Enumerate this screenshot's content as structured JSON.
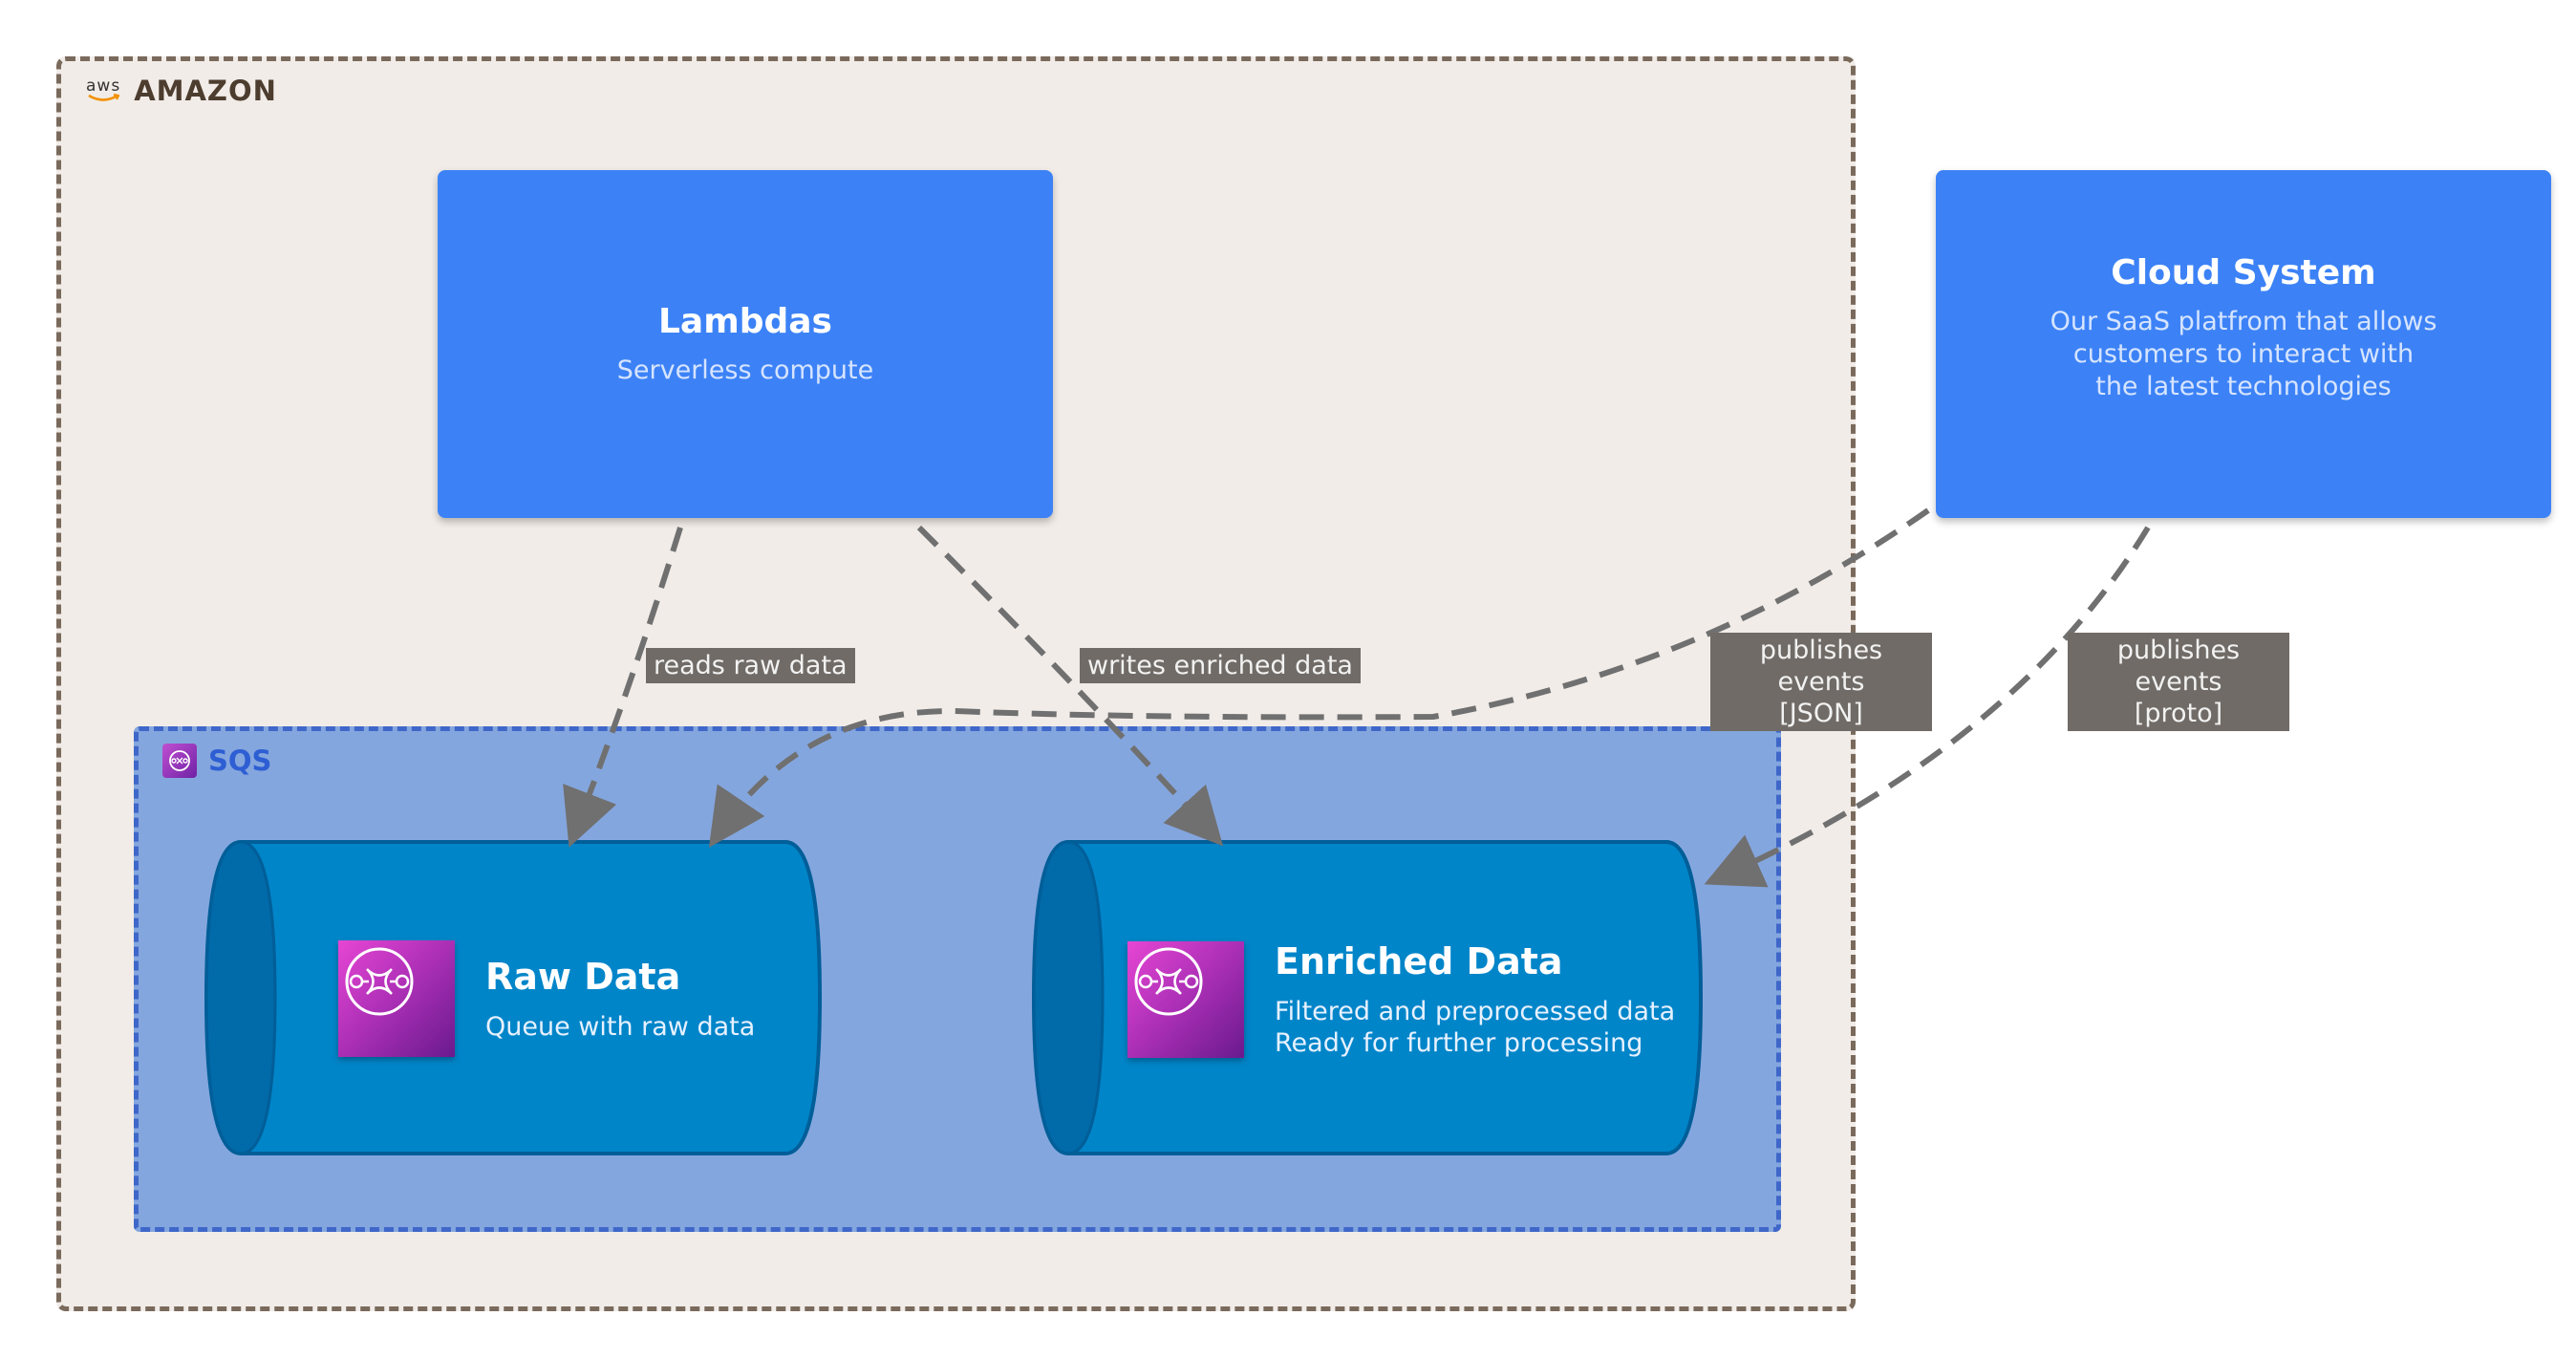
{
  "groups": {
    "amazon": {
      "label": "AMAZON",
      "logo_text": "aws"
    },
    "sqs": {
      "label": "SQS"
    }
  },
  "systems": {
    "lambdas": {
      "title": "Lambdas",
      "description": "Serverless compute"
    },
    "cloud": {
      "title": "Cloud System",
      "description": "Our SaaS platfrom that allows\ncustomers to interact with\nthe latest technologies"
    }
  },
  "queues": {
    "raw": {
      "title": "Raw Data",
      "description": "Queue with raw data"
    },
    "enriched": {
      "title": "Enriched Data",
      "description": "Filtered and preprocessed data\nReady for further processing"
    }
  },
  "edges": {
    "reads": "reads raw data",
    "writes": "writes enriched data",
    "publishes_json": "publishes events\n[JSON]",
    "publishes_proto": "publishes events\n[proto]"
  },
  "colors": {
    "system": "#3c82f6",
    "queue": "#0185c9",
    "queue_dark": "#016aa8",
    "amazon_bg": "#f1ece8",
    "sqs_bg": "#84a6de",
    "edge": "#707070"
  }
}
